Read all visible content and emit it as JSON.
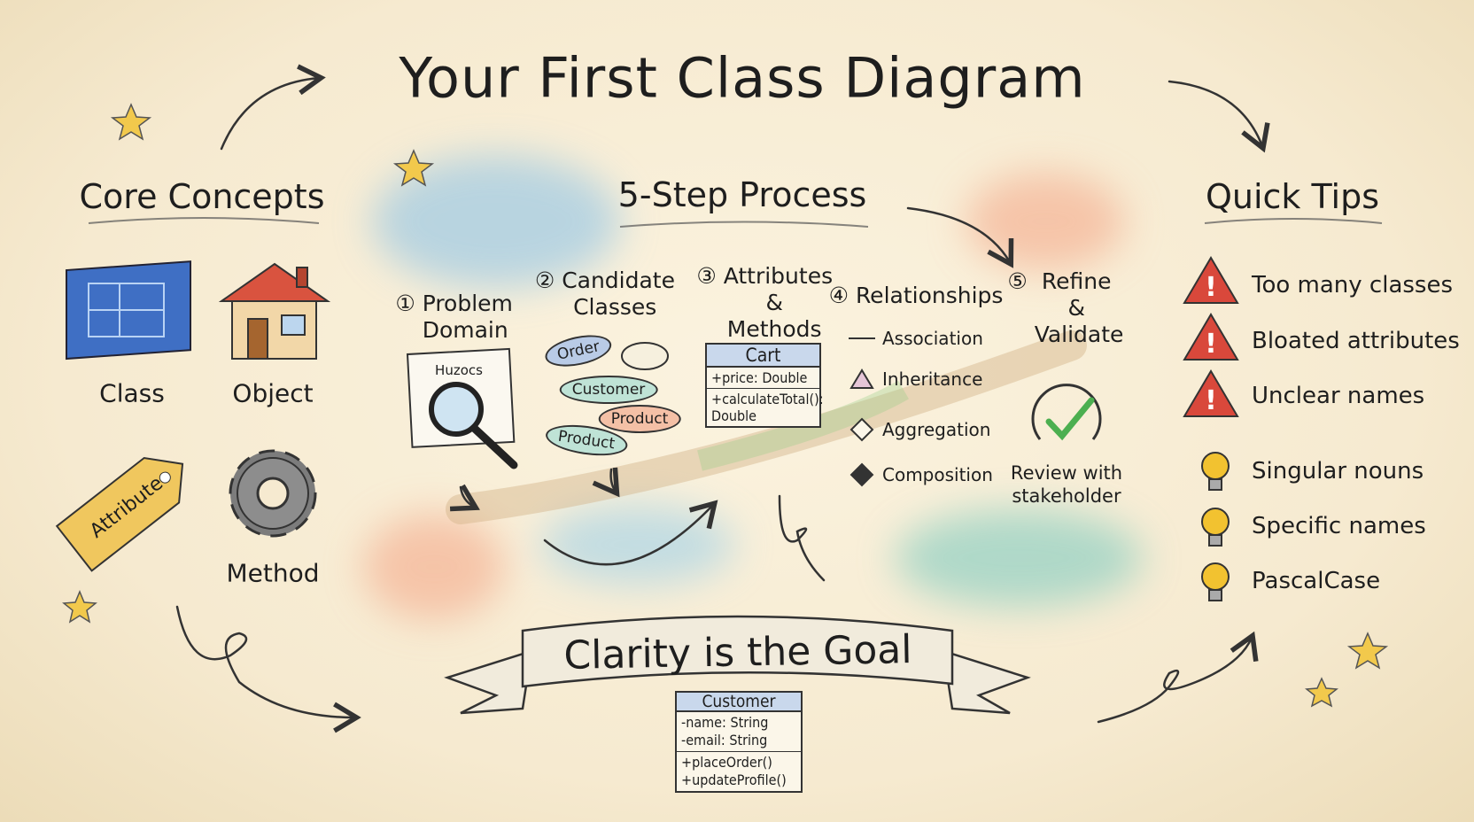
{
  "title": "Your First Class Diagram",
  "core_concepts": {
    "heading": "Core Concepts",
    "items": [
      {
        "label": "Class",
        "icon": "blueprint-icon"
      },
      {
        "label": "Object",
        "icon": "house-icon"
      },
      {
        "label": "Attribute",
        "icon": "tag-icon"
      },
      {
        "label": "Method",
        "icon": "gear-icon"
      }
    ]
  },
  "process": {
    "heading": "5-Step Process",
    "steps": [
      {
        "number": "①",
        "label": "Problem Domain"
      },
      {
        "number": "②",
        "label": "Candidate Classes"
      },
      {
        "number": "③",
        "label": "Attributes & Methods"
      },
      {
        "number": "④",
        "label": "Relationships"
      },
      {
        "number": "⑤",
        "label": "Refine & Validate"
      }
    ],
    "document_label": "Huzocs",
    "candidate_bubbles": [
      "Order",
      "Customer",
      "Product",
      "Product"
    ],
    "cart_class": {
      "name": "Cart",
      "attributes": [
        "+price: Double"
      ],
      "methods": [
        "+calculateTotal():",
        "Double"
      ]
    },
    "relationships": [
      "Association",
      "Inheritance",
      "Aggregation",
      "Composition"
    ],
    "review_label": "Review with stakeholder"
  },
  "quick_tips": {
    "heading": "Quick Tips",
    "warnings": [
      "Too many classes",
      "Bloated attributes",
      "Unclear names"
    ],
    "tips": [
      "Singular nouns",
      "Specific names",
      "PascalCase"
    ]
  },
  "banner": {
    "text": "Clarity is the Goal",
    "customer_class": {
      "name": "Customer",
      "attributes": [
        "-name: String",
        "-email: String"
      ],
      "methods": [
        "+placeOrder()",
        "+updateProfile()"
      ]
    }
  },
  "colors": {
    "warning": "#d9483b",
    "bulb": "#f2c230",
    "class_header": "#c9d8ec",
    "check": "#4caf50"
  }
}
